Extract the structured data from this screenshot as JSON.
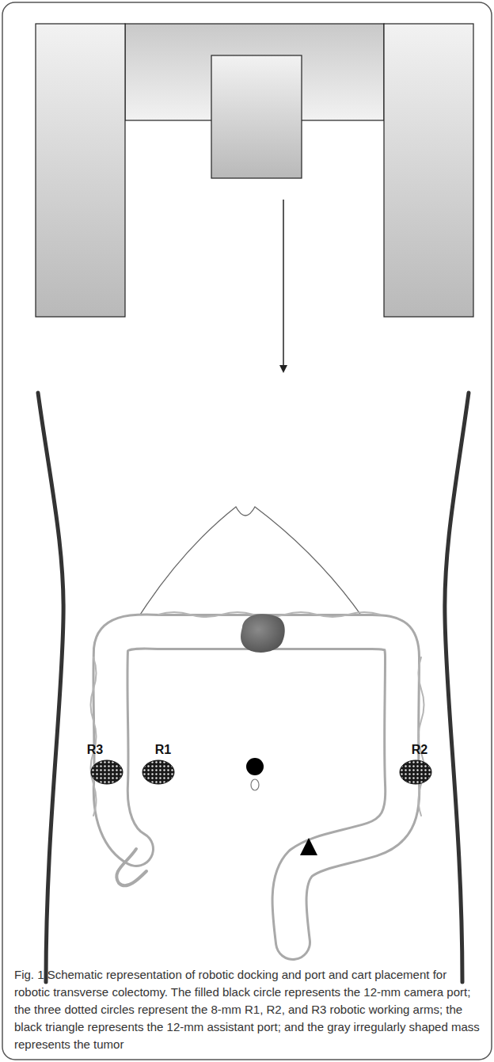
{
  "diagram": {
    "caption": "Fig. 1 Schematic representation of robotic docking and port and cart placement for robotic transverse colectomy. The filled black circle represents the 12-mm camera port; the three dotted circles represent the 8-mm R1, R2, and R3 robotic working arms; the black triangle represents the 12-mm assistant port; and the gray irregularly shaped mass represents the tumor",
    "labels": [
      "R3",
      "R1",
      "R2"
    ]
  }
}
